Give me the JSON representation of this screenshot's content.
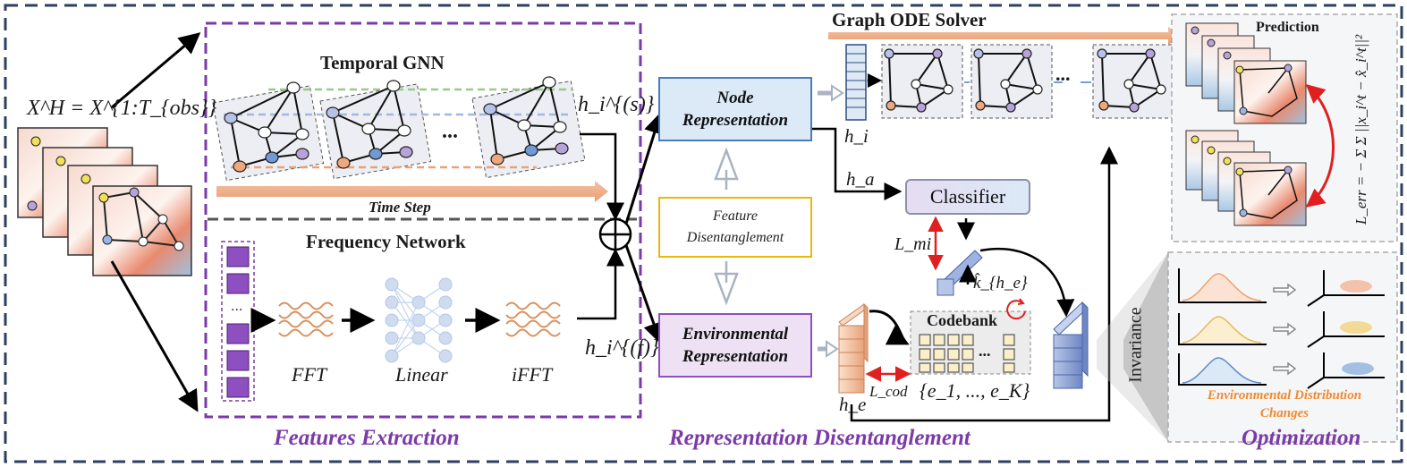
{
  "left_input": {
    "formula": "X^H = X^{1:T_{obs}}"
  },
  "features_extraction": {
    "temporal_gnn_title": "Temporal GNN",
    "ellipsis": "...",
    "time_step_label": "Time Step",
    "h_s_label": "h_i^{(s)}",
    "frequency_network_title": "Frequency Network",
    "ellipsis2": "...",
    "fft_label": "FFT",
    "linear_label": "Linear",
    "ifft_label": "iFFT",
    "h_f_label": "h_i^{(f)}",
    "section_title": "Features Extraction"
  },
  "representation_disentanglement": {
    "node_rep_line1": "Node",
    "node_rep_line2": "Representation",
    "feature_dis_line1": "Feature",
    "feature_dis_line2": "Disentanglement",
    "env_rep_line1": "Environmental",
    "env_rep_line2": "Representation",
    "h_i_label": "h_i",
    "h_a_label": "h_a",
    "h_e_label": "h_e",
    "classifier_label": "Classifier",
    "l_mi_label": "L_mi",
    "k_he_label": "k̂_{h_e}",
    "codebank_label": "Codebank",
    "codebank_ellipsis": "...",
    "l_cod_label": "L_cod",
    "codebook_set": "{e_1, ..., e_K}",
    "section_title": "Representation Disentanglement"
  },
  "graph_ode": {
    "title": "Graph ODE Solver",
    "ellipsis": "..."
  },
  "optimization": {
    "prediction_label": "Prediction",
    "loss_formula": "L_err = − Σ Σ ||x_i^t − x̂_i^t||²",
    "invariance_label": "Invariance",
    "env_shift_line1": "Environmental Distribution",
    "env_shift_line2": "Changes",
    "section_title": "Optimization"
  },
  "colors": {
    "outer_border": "#2f3f5f",
    "purple": "#7a3aa7",
    "node_blue": "#5b8cc8",
    "node_rep_fill": "#dce9f7",
    "feature_dis_border": "#e8b90a",
    "env_rep_fill": "#eee1f4",
    "orange": "#e8a072",
    "red": "#e02020",
    "label_orange": "#f08a30"
  }
}
